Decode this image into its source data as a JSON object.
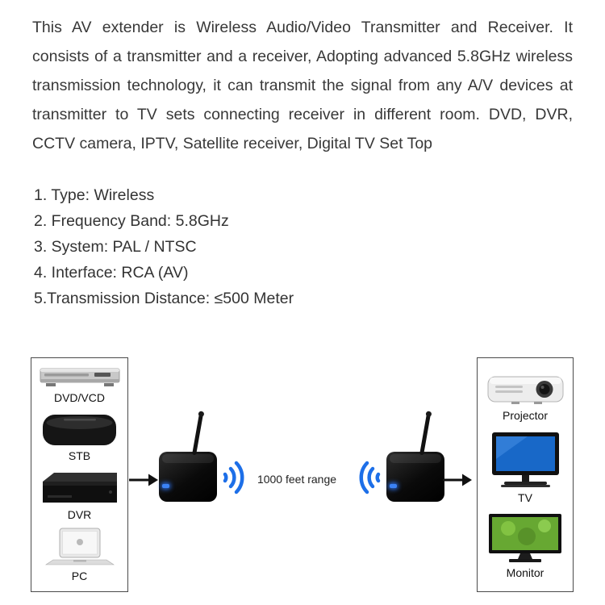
{
  "description": "This AV extender is Wireless Audio/Video Transmitter and Receiver. It consists of a transmitter and a receiver, Adopting advanced 5.8GHz wireless transmission technology, it can transmit the signal from any A/V devices at transmitter to TV sets connecting receiver in different room. DVD, DVR, CCTV camera, IPTV, Satellite receiver, Digital TV Set Top",
  "specs": [
    "1. Type: Wireless",
    "2. Frequency Band: 5.8GHz",
    "3. System: PAL / NTSC",
    "4. Interface: RCA (AV)",
    "5.Transmission Distance: ≤500 Meter"
  ],
  "diagram": {
    "range_label": "1000 feet range",
    "source_devices": [
      {
        "name": "dvd-player",
        "label": "DVD/VCD"
      },
      {
        "name": "set-top-box",
        "label": "STB"
      },
      {
        "name": "dvr",
        "label": "DVR"
      },
      {
        "name": "pc",
        "label": "PC"
      }
    ],
    "output_devices": [
      {
        "name": "projector",
        "label": "Projector"
      },
      {
        "name": "tv",
        "label": "TV"
      },
      {
        "name": "monitor",
        "label": "Monitor"
      }
    ],
    "colors": {
      "wifi_blue": "#1d6fe8",
      "led_blue": "#3b82f6",
      "arrow_black": "#111111"
    }
  }
}
